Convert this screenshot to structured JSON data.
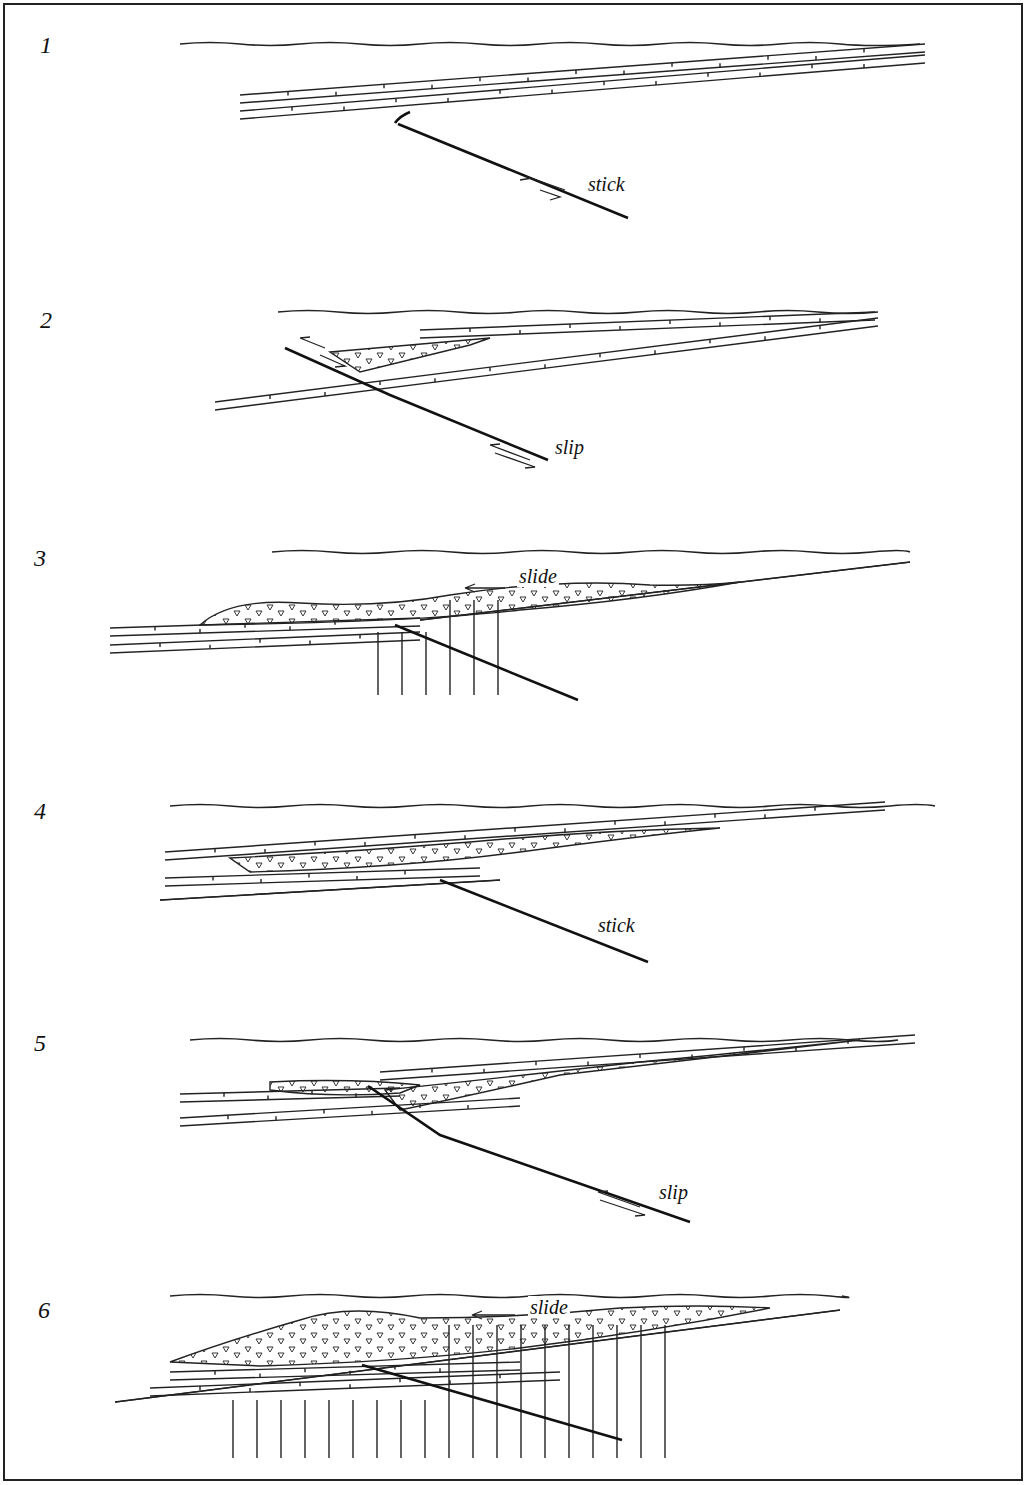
{
  "diagram": {
    "labels": [
      "1",
      "stick",
      "2",
      "slip",
      "3",
      "slide",
      "4",
      "stick",
      "5",
      "slip",
      "6",
      "slide"
    ]
  }
}
